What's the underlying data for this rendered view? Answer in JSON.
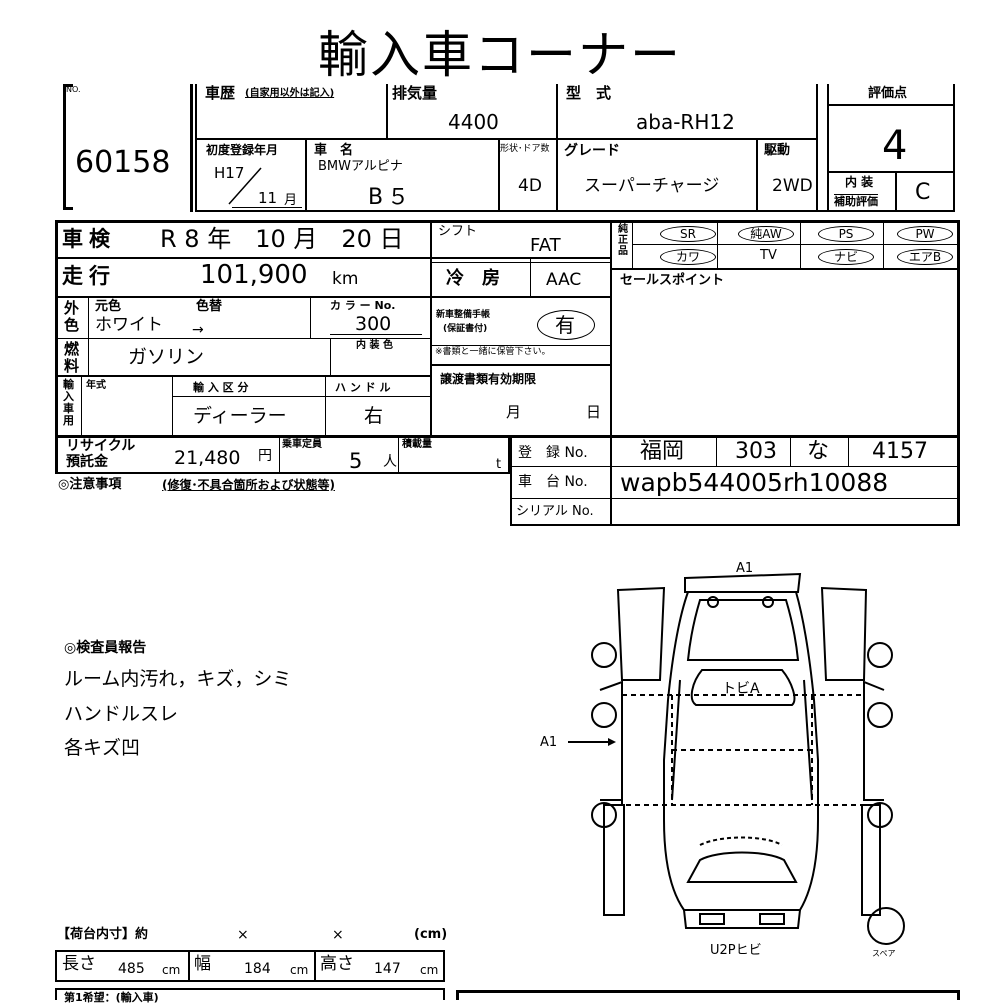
{
  "title": "輸入車コーナー",
  "lot": {
    "label": "NO.",
    "number": "60158"
  },
  "history": {
    "label": "車歴",
    "note": "(自家用以外は記入)"
  },
  "displacement": {
    "label": "排気量",
    "value": "4400"
  },
  "model_type": {
    "label": "型　式",
    "value": "aba-RH12"
  },
  "score": {
    "label": "評価点",
    "value": "4"
  },
  "first_registration": {
    "label": "初度登録年月",
    "era_year": "H17",
    "month": "11",
    "month_unit": "月"
  },
  "car_name": {
    "label": "車　名",
    "maker": "BMWアルピナ",
    "model": "B５"
  },
  "body_doors": {
    "label": "形状･ドア数",
    "value": "4D"
  },
  "grade": {
    "label": "グレード",
    "value": "スーパーチャージ"
  },
  "drive": {
    "label": "駆動",
    "value": "2WD"
  },
  "interior_grade": {
    "label": "内 装",
    "label2": "補助評価",
    "value": "C"
  },
  "inspection": {
    "label": "車検",
    "text": "R 8 年　10 月　20 日"
  },
  "shift": {
    "label": "シフト",
    "value": "FAT"
  },
  "options": {
    "label": "純正品",
    "items": [
      "SR",
      "純AW",
      "PS",
      "PW",
      "カワ",
      "TV",
      "ナビ",
      "エアB"
    ]
  },
  "mileage": {
    "label": "走行",
    "value": "101,900",
    "unit": "km"
  },
  "aircon": {
    "label": "冷　房",
    "value": "AAC"
  },
  "sales_point": {
    "label": "セールスポイント"
  },
  "color": {
    "label": "外色",
    "original_label": "元色",
    "changed_label": "色替",
    "original": "ホワイト",
    "arrow": "→",
    "code_label": "カ ラ ー No.",
    "code": "300"
  },
  "service_book": {
    "label1": "新車整備手帳",
    "label2": "(保証書付)",
    "value": "有",
    "note": "※書類と一緒に保管下さい。"
  },
  "fuel": {
    "label": "燃料",
    "value": "ガソリン",
    "interior_color_label": "内 装 色"
  },
  "import_info": {
    "side_label": "輸入車用",
    "year_label": "年式",
    "type_label": "輸 入 区 分",
    "type_value": "ディーラー",
    "handle_label": "ハ ン ド ル",
    "handle_value": "右"
  },
  "transfer_docs": {
    "label": "譲渡書類有効期限",
    "month": "月",
    "day": "日"
  },
  "recycle": {
    "label1": "リサイクル",
    "label2": "預託金",
    "value": "21,480",
    "unit": "円"
  },
  "capacity": {
    "label": "乗車定員",
    "value": "5",
    "unit": "人"
  },
  "load": {
    "label": "積載量",
    "unit": "t"
  },
  "registration": {
    "label": "登　録 No.",
    "area": "福岡",
    "class": "303",
    "kana": "な",
    "number": "4157"
  },
  "chassis": {
    "label": "車　台 No.",
    "value": "wapb544005rh10088"
  },
  "serial": {
    "label": "シリアル No."
  },
  "caution": {
    "label": "◎注意事項",
    "note": "(修復･不具合箇所および状態等)"
  },
  "inspector_report": {
    "label": "◎検査員報告",
    "lines": [
      "ルーム内汚れ，キズ，シミ",
      "ハンドルスレ",
      "各キズ凹"
    ]
  },
  "diagram": {
    "top_label": "A1",
    "left_label": "A1",
    "roof_label": "トビA",
    "bottom_label": "U2Pヒビ",
    "spare_label": "スペア"
  },
  "cargo": {
    "label": "【荷台内寸】約",
    "x1": "×",
    "x2": "×",
    "unit_paren": "(cm)",
    "length_label": "長さ",
    "length": "485",
    "width_label": "幅",
    "width": "184",
    "height_label": "高さ",
    "height": "147",
    "cm": "cm"
  },
  "hope": {
    "label": "第1希望：(輸入車)"
  }
}
